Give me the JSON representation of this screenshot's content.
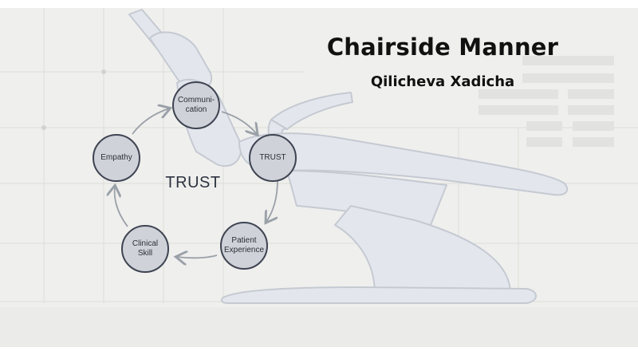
{
  "slide": {
    "title": "Chairside Manner",
    "subtitle": "Qilicheva Xadicha"
  },
  "cycle": {
    "center_label": "TRUST",
    "nodes": [
      {
        "label": "Communi-\ncation"
      },
      {
        "label": "TRUST"
      },
      {
        "label": "Patient\nExperience"
      },
      {
        "label": "Clinical\nSkill"
      },
      {
        "label": "Empathy"
      }
    ]
  },
  "colors": {
    "node_fill": "#cfd2d8",
    "node_stroke": "#3e4452",
    "arrow": "#9aa0a8",
    "chair": "#e3e7ee",
    "chair_stroke": "#c3c8d1",
    "background_band": "#efefed"
  }
}
